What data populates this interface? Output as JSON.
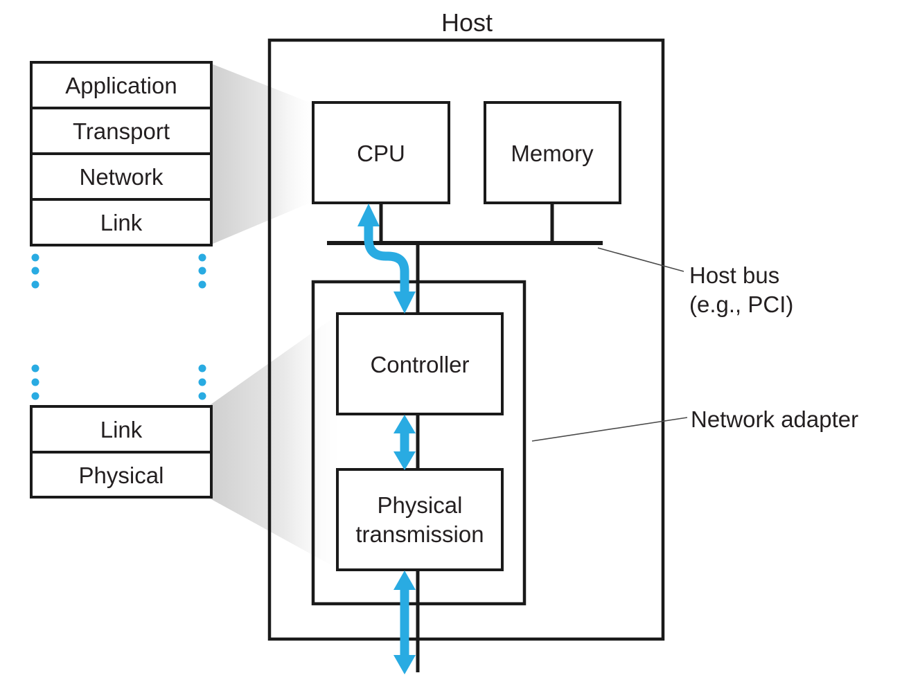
{
  "diagram": {
    "title": "Host",
    "stack_top_layers": [
      "Application",
      "Transport",
      "Network",
      "Link"
    ],
    "stack_bottom_layers": [
      "Link",
      "Physical"
    ],
    "boxes": {
      "cpu": "CPU",
      "memory": "Memory",
      "controller": "Controller",
      "physical_line1": "Physical",
      "physical_line2": "transmission"
    },
    "annotations": {
      "host_bus_line1": "Host bus",
      "host_bus_line2": "(e.g., PCI)",
      "network_adapter": "Network adapter"
    },
    "colors": {
      "accent_blue": "#29abe2",
      "line_black": "#1a1a1a",
      "text": "#231f20",
      "wedge_gray": "#d2d2d2"
    }
  }
}
